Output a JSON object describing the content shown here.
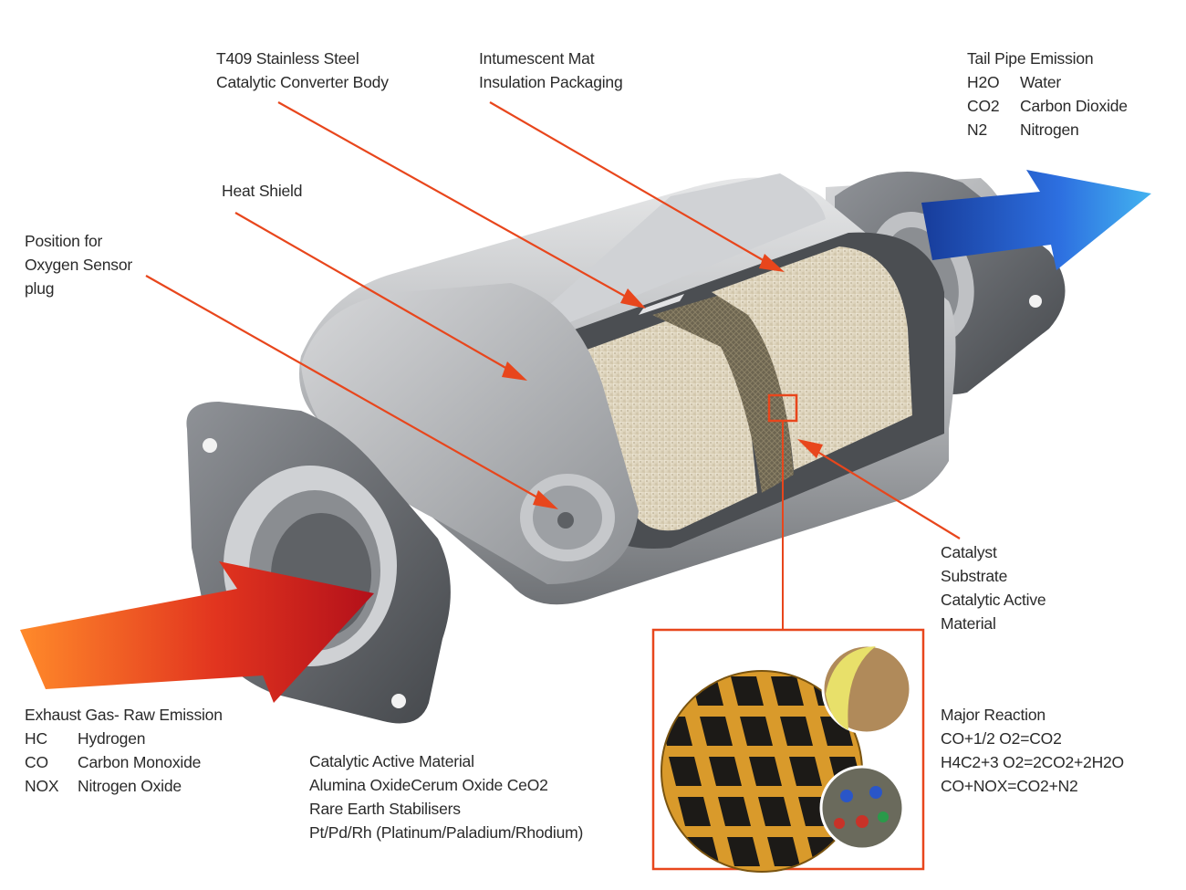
{
  "labels": {
    "body": [
      "T409 Stainless Steel",
      "Catalytic Converter Body"
    ],
    "mat": [
      "Intumescent Mat",
      "Insulation Packaging"
    ],
    "tail": {
      "title": "Tail Pipe Emission",
      "rows": [
        {
          "formula": "H2O",
          "name": "Water"
        },
        {
          "formula": "CO2",
          "name": "Carbon Dioxide"
        },
        {
          "formula": "N2",
          "name": "Nitrogen"
        }
      ]
    },
    "heat_shield": "Heat Shield",
    "oxygen": [
      "Position for",
      "Oxygen Sensor",
      "plug"
    ],
    "catalyst": [
      "Catalyst",
      "Substrate",
      "Catalytic Active",
      "Material"
    ],
    "exhaust": {
      "title": "Exhaust Gas- Raw Emission",
      "rows": [
        {
          "formula": "HC",
          "name": "Hydrogen"
        },
        {
          "formula": "CO",
          "name": "Carbon Monoxide"
        },
        {
          "formula": "NOX",
          "name": "Nitrogen Oxide"
        }
      ]
    },
    "active_material": [
      "Catalytic Active Material",
      "Alumina OxideCerum Oxide CeO2",
      "Rare Earth Stabilisers",
      "Pt/Pd/Rh (Platinum/Paladium/Rhodium)"
    ],
    "reaction": {
      "title": "Major Reaction",
      "lines": [
        "CO+1/2 O2=CO2",
        "H4C2+3 O2=2CO2+2H2O",
        "CO+NOX=CO2+N2"
      ]
    }
  },
  "colors": {
    "leader": "#e8461c",
    "inlet_arrow": "#c8141a",
    "outlet_arrow": "#1f54c8",
    "steel": "#b4b6b9",
    "substrate": "#d9d0bd",
    "honeycomb": "#d99a2b"
  }
}
